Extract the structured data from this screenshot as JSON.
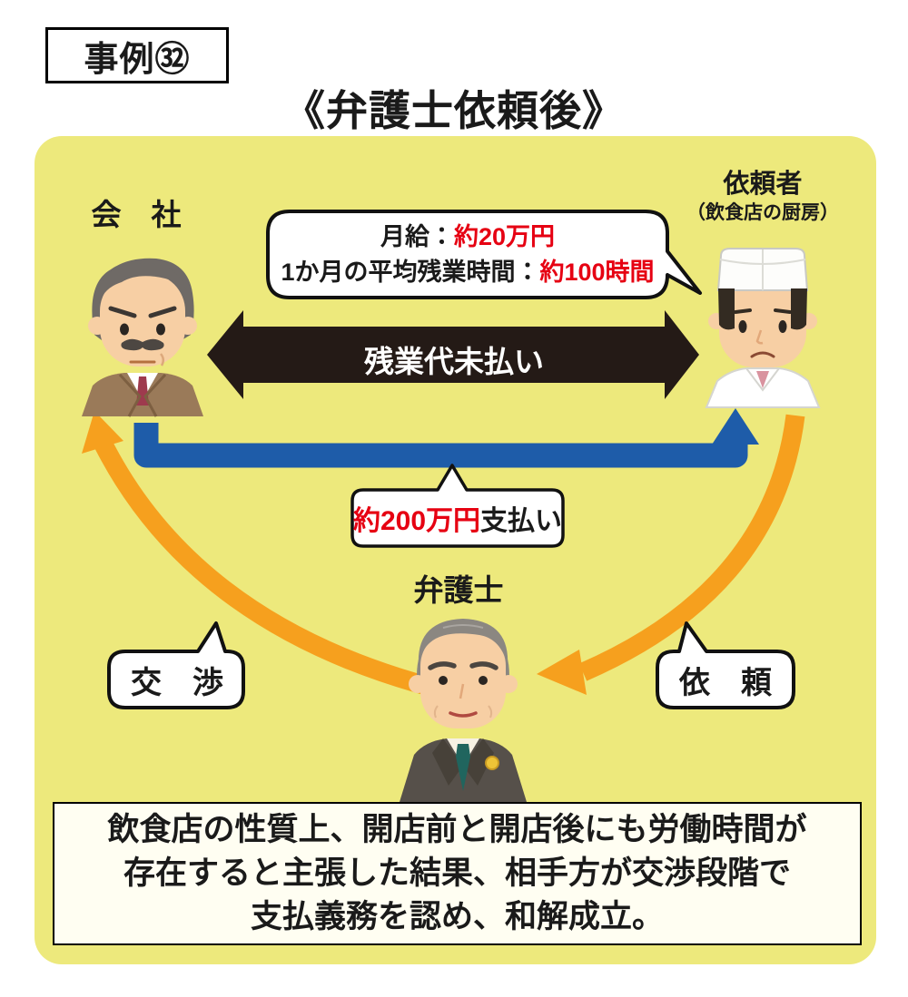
{
  "header": {
    "case_label": "事例㉜",
    "title": "《弁護士依頼後》"
  },
  "actors": {
    "company": {
      "label": "会　社"
    },
    "client": {
      "label": "依頼者",
      "sublabel": "（飲食店の厨房）"
    },
    "lawyer": {
      "label": "弁護士"
    }
  },
  "bubbles": {
    "conditions": {
      "line1_label": "月給：",
      "line1_value": "約20万円",
      "line2_label": "1か月の平均残業時間：",
      "line2_value": "約100時間"
    },
    "payment": {
      "value": "約200万円",
      "suffix": "支払い"
    },
    "negotiation": {
      "label": "交　渉"
    },
    "request": {
      "label": "依　頼"
    }
  },
  "arrows": {
    "dispute": {
      "label": "残業代未払い"
    },
    "payment_flow": "company-to-client",
    "negotiation_flow": "lawyer-to-company",
    "request_flow": "client-to-lawyer"
  },
  "summary": {
    "lines": [
      "飲食店の性質上、開店前と開店後にも労働時間が",
      "存在すると主張した結果、相手方が交渉段階で",
      "支払義務を認め、和解成立。"
    ]
  },
  "colors": {
    "panel_yellow": "#EDE97C",
    "highlight_red": "#E60012",
    "arrow_blue": "#1E5CA9",
    "arrow_orange": "#F6A01E",
    "arrow_black": "#241A16",
    "summary_cream": "#FFFEF2"
  }
}
